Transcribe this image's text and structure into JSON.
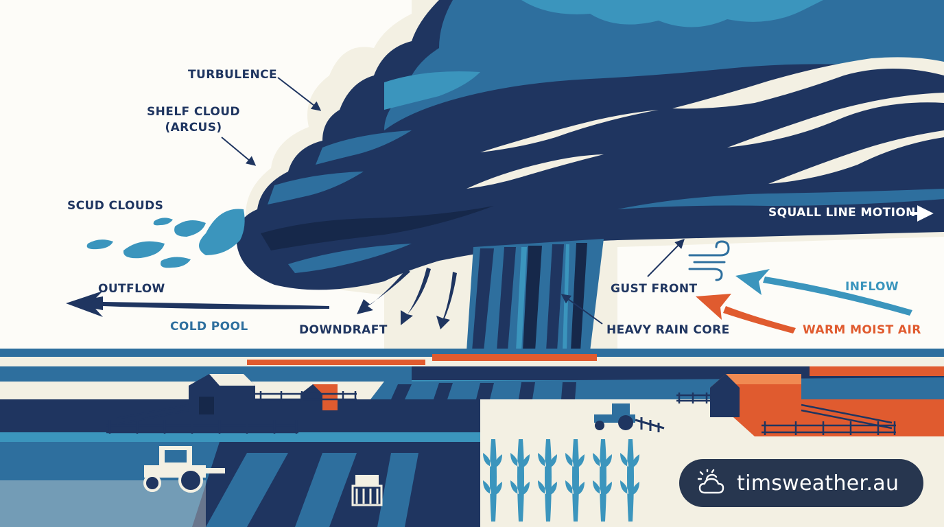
{
  "labels": {
    "turbulence": "TURBULENCE",
    "shelf_cloud": "SHELF CLOUD",
    "arcus": "(ARCUS)",
    "scud_clouds": "SCUD CLOUDS",
    "squall_line_motion": "SQUALL LINE MOTION",
    "outflow": "OUTFLOW",
    "cold_pool": "COLD POOL",
    "downdraft": "DOWNDRAFT",
    "gust_front": "GUST FRONT",
    "heavy_rain_core": "HEAVY RAIN CORE",
    "inflow": "INFLOW",
    "warm_moist_air": "WARM MOIST AIR"
  },
  "brand": {
    "site": "timsweather.au",
    "icon": "sun-cloud-icon"
  },
  "colors": {
    "navy": "#1f3560",
    "dark_navy": "#16284a",
    "blue": "#2e6f9e",
    "light_blue": "#3b95bd",
    "orange": "#e05b2f",
    "cream": "#f3f0e3",
    "badge": "#27364f"
  }
}
